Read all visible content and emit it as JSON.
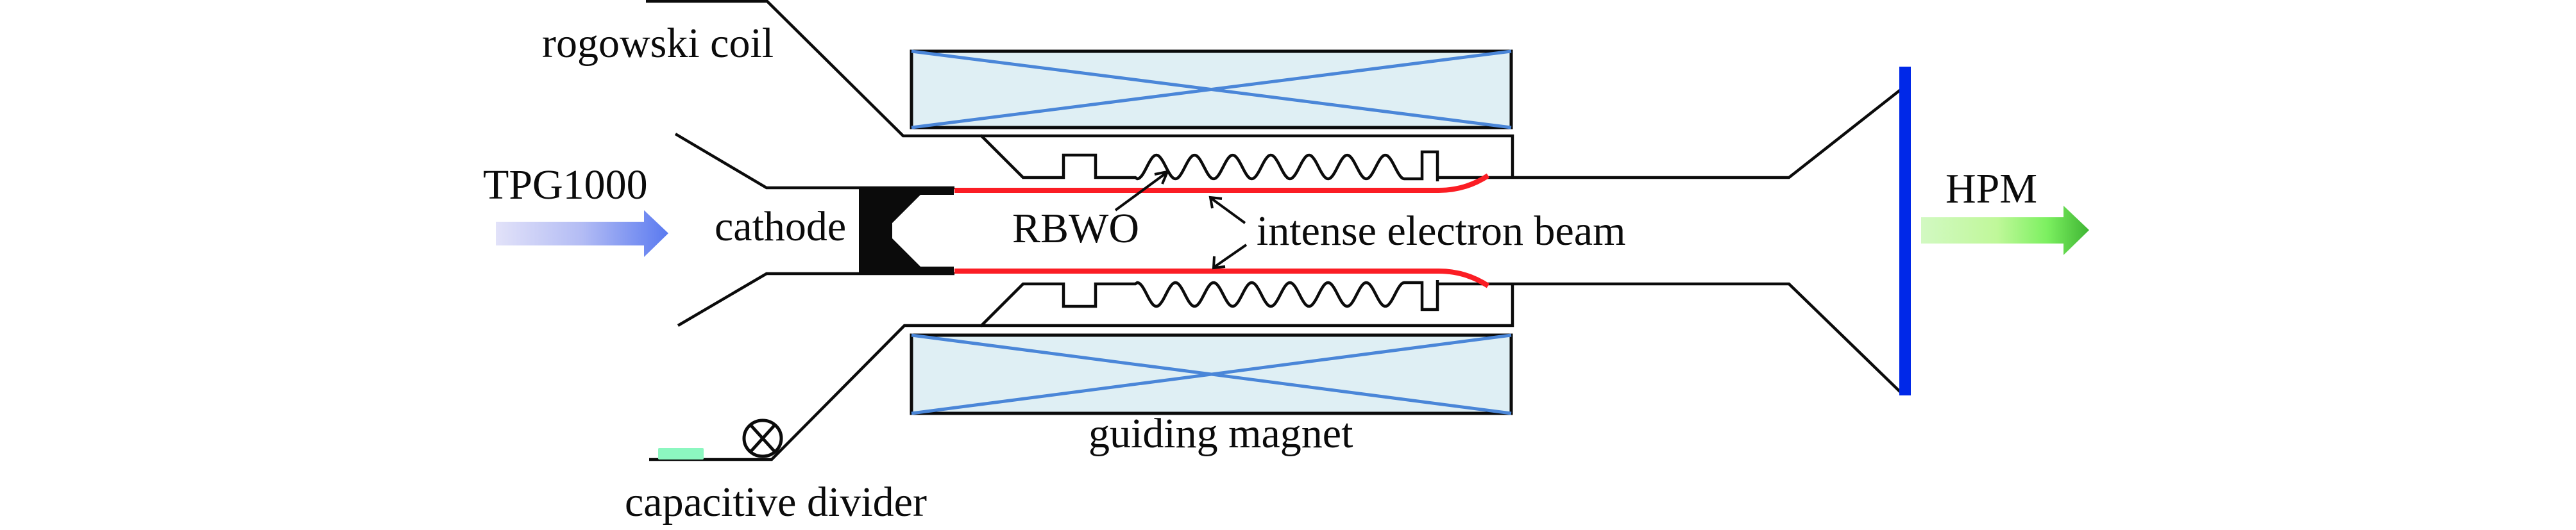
{
  "figure": {
    "title": "Schematic of RBWO experimental setup",
    "labels": {
      "rogowski_coil": "rogowski coil",
      "tpg": "TPG1000",
      "cathode": "cathode",
      "rbwo": "RBWO",
      "beam": "intense electron beam",
      "hpm": "HPM",
      "guiding_magnet": "guiding magnet",
      "capacitive_divider": "capacitive divider"
    },
    "components": [
      {
        "name": "TPG1000 pulse generator input",
        "icon": "input-arrow-icon",
        "color": "#5a7af0"
      },
      {
        "name": "cathode",
        "color": "#0b0b0b"
      },
      {
        "name": "intense electron beam",
        "color": "#fb1d24"
      },
      {
        "name": "RBWO slow-wave structure",
        "color": "#0b0b0b"
      },
      {
        "name": "guiding magnet",
        "fill": "#dfeff4",
        "cross_color": "#4a86d8"
      },
      {
        "name": "output window",
        "color": "#0028e8"
      },
      {
        "name": "HPM output",
        "icon": "output-arrow-icon",
        "color": "#40b830"
      },
      {
        "name": "capacitive divider",
        "color": "#8cf7c0"
      },
      {
        "name": "rogowski coil",
        "icon": "coil-cross-circle-icon"
      }
    ],
    "slow_wave_periods": 7
  }
}
